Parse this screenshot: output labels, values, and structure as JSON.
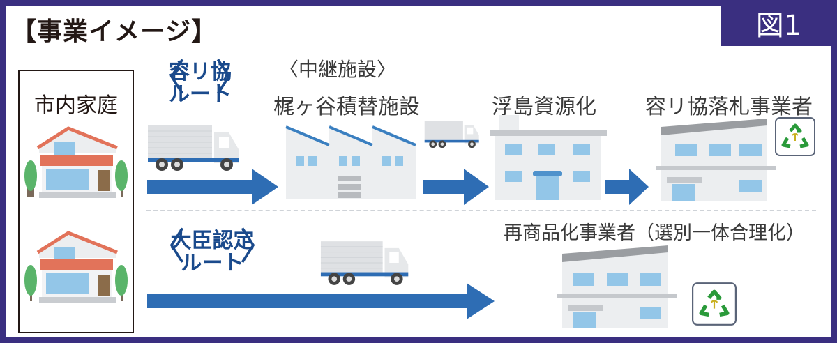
{
  "title": "【事業イメージ】",
  "figure_label": "図1",
  "home": {
    "label": "市内家庭"
  },
  "routes": {
    "top": {
      "line1": "容リ協",
      "line2": "ルート",
      "open": "〈",
      "close": "〉"
    },
    "bottom": {
      "line1": "大臣認定",
      "line2": "ルート",
      "open": "〈",
      "close": "〉"
    }
  },
  "facilities": {
    "relay_header": "〈中継施設〉",
    "relay": "梶ヶ谷積替施設",
    "ukishima": "浮島資源化",
    "bidder": "容リ協落札事業者",
    "recommercializer": "再商品化事業者（選別一体合理化）"
  },
  "colors": {
    "frame": "#3a2f80",
    "arrow": "#2e6db4",
    "route_text": "#1a4a8c",
    "roof_red": "#e2735a",
    "window_blue": "#93c6e8",
    "recycle_green": "#2a9a3a"
  }
}
